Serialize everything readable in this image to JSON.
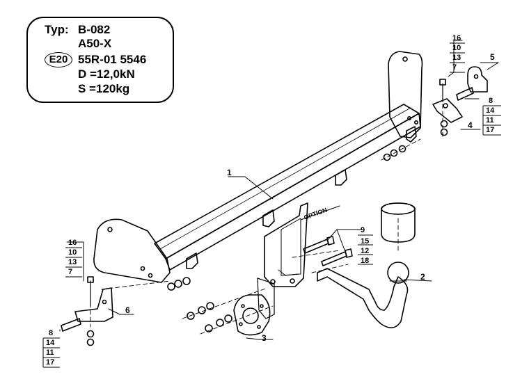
{
  "info": {
    "typ_label": "Typ:",
    "typ_value": "B-082",
    "variant": "A50-X",
    "approval_mark": "E20",
    "approval_number": "55R-01 5546",
    "d_value": "D =12,0kN",
    "s_value": "S =120kg"
  },
  "callouts": {
    "main_bar": "1",
    "ball_neck": "2",
    "socket_plate": "3",
    "right_bracket": "4",
    "right_plate": "5",
    "left_bracket": "6",
    "ball_bolt_group": [
      "9",
      "15",
      "12",
      "18"
    ],
    "top_right_stack": [
      "16",
      "10",
      "13",
      "7"
    ],
    "right_bolt_stack": [
      "8",
      "14",
      "11",
      "17"
    ],
    "left_top_stack": [
      "16",
      "10",
      "13",
      "7"
    ],
    "left_bottom_stack": [
      "8",
      "14",
      "11",
      "17"
    ]
  },
  "option_label": "OPTION"
}
